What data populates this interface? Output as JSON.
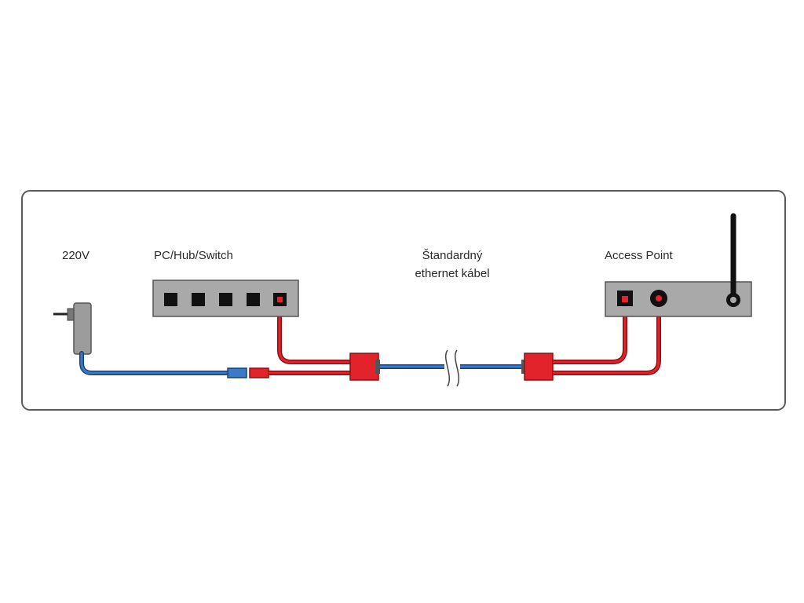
{
  "labels": {
    "power": "220V",
    "switch": "PC/Hub/Switch",
    "cable_line1": "Štandardný",
    "cable_line2": "ethernet kábel",
    "access_point": "Access Point"
  },
  "colors": {
    "frame_stroke": "#5a5a5a",
    "device_fill": "#a9a9a9",
    "port_fill": "#111111",
    "red_cable": "#e3232b",
    "blue_cable": "#2f6db5",
    "adapter_fill": "#9c9c9c"
  }
}
